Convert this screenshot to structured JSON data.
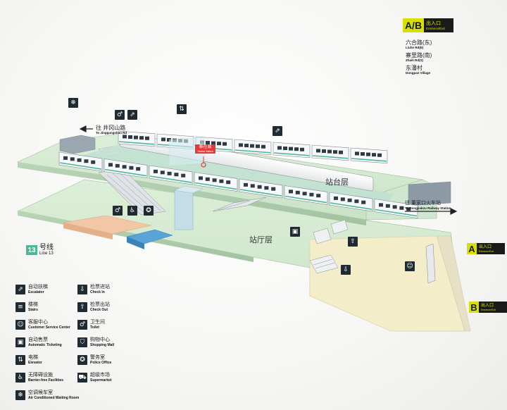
{
  "header": {
    "exit_letter": "A/B",
    "exit_zh": "出入口",
    "exit_en": "Entrance/Exit",
    "destinations": [
      {
        "zh": "六合路(东)",
        "en": "Liuhe Rd(E)"
      },
      {
        "zh": "寨里路(南)",
        "en": "Zhaili Rd(S)"
      },
      {
        "zh": "东潘村",
        "en": "Dongpan Village"
      }
    ]
  },
  "directions": {
    "west_zh": "往 井冈山路",
    "west_en": "To Jinggangshan Rd",
    "east_zh": "往 董家口火车站",
    "east_en": "To Dongjiakou Railway Station"
  },
  "station": {
    "name_zh": "泰在县",
    "name_en": "Tibeitai Station",
    "platform_zh": "站台层",
    "concourse_zh": "站厅层"
  },
  "line": {
    "number": "13",
    "zh": "号线",
    "en": "Line 13",
    "color": "#4cb89a"
  },
  "exits": [
    {
      "letter": "A",
      "zh": "出入口",
      "en": "Entrance/Exit"
    },
    {
      "letter": "B",
      "zh": "出入口",
      "en": "Entrance/Exit"
    }
  ],
  "legend": [
    {
      "icon": "escalator-icon",
      "zh": "自动扶梯",
      "en": "Escalator",
      "glyph": "⇗"
    },
    {
      "icon": "stairs-icon",
      "zh": "楼梯",
      "en": "Stairs",
      "glyph": "≡"
    },
    {
      "icon": "customer-service-icon",
      "zh": "客服中心",
      "en": "Customer Service Center",
      "glyph": "☺"
    },
    {
      "icon": "ticket-machine-icon",
      "zh": "自动售票",
      "en": "Automatic Ticketing",
      "glyph": "▣"
    },
    {
      "icon": "elevator-icon",
      "zh": "电梯",
      "en": "Elevator",
      "glyph": "⇅"
    },
    {
      "icon": "barrier-free-icon",
      "zh": "无障碍设施",
      "en": "Barrier-free Facilities",
      "glyph": "♿"
    },
    {
      "icon": "waiting-room-icon",
      "zh": "空调候车室",
      "en": "Air Conditioned Waiting Room",
      "glyph": "❄"
    },
    {
      "icon": "check-in-icon",
      "zh": "检票进站",
      "en": "Check In",
      "glyph": "⇩"
    },
    {
      "icon": "check-out-icon",
      "zh": "检票出站",
      "en": "Check Out",
      "glyph": "⇧"
    },
    {
      "icon": "toilet-icon",
      "zh": "卫生间",
      "en": "Toilet",
      "glyph": "♂"
    },
    {
      "icon": "shopping-mall-icon",
      "zh": "购物中心",
      "en": "Shopping Mall",
      "glyph": "⛉"
    },
    {
      "icon": "police-office-icon",
      "zh": "警务室",
      "en": "Police Office",
      "glyph": "✪"
    },
    {
      "icon": "supermarket-icon",
      "zh": "超级市场",
      "en": "Supermarket",
      "glyph": "⛟"
    }
  ],
  "colors": {
    "platform": "#cfe6cf",
    "concourse": "#d6e9d2",
    "paid_area": "#f3edc9",
    "accent_yellow": "#d8e000",
    "track": "#58b09a"
  }
}
